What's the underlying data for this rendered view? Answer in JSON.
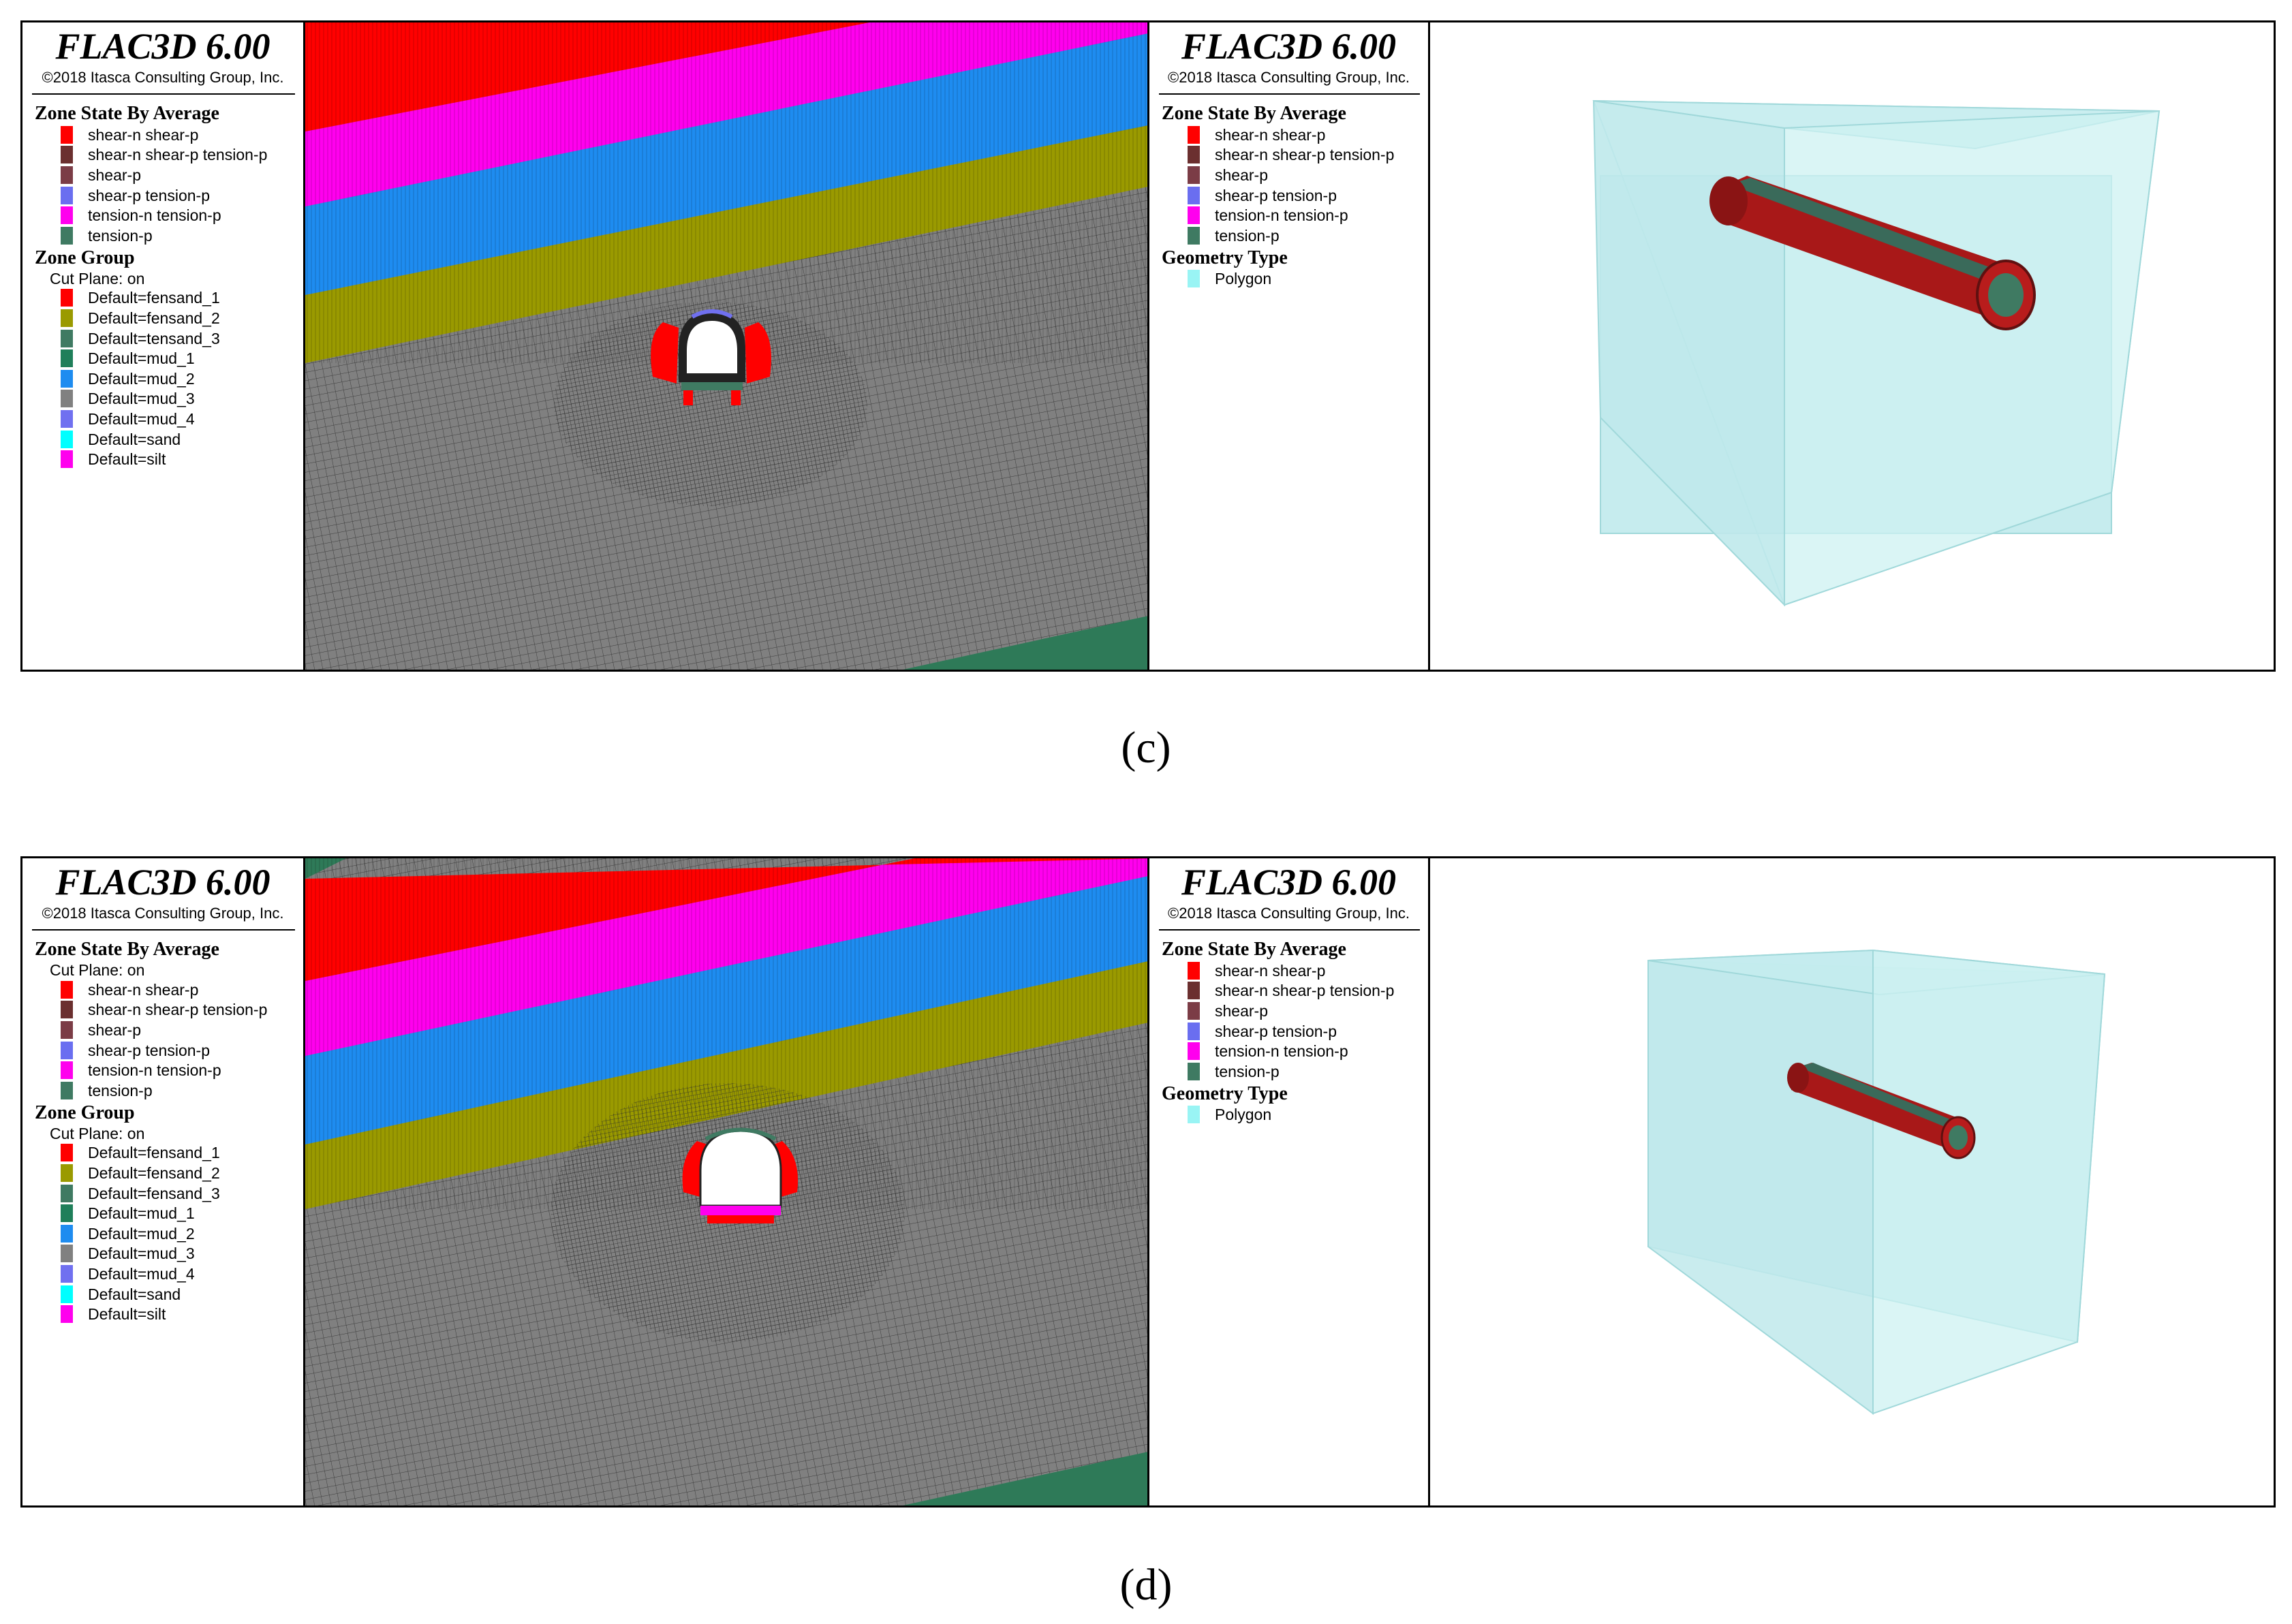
{
  "figure_c": {
    "caption": "(c)",
    "left_legend": {
      "title": "FLAC3D 6.00",
      "copyright": "©2018 Itasca Consulting Group, Inc.",
      "zone_state_title": "Zone State By Average",
      "zone_state_items": [
        {
          "label": "shear-n shear-p",
          "color": "#ff0000"
        },
        {
          "label": "shear-n shear-p tension-p",
          "color": "#6b2f2f"
        },
        {
          "label": "shear-p",
          "color": "#7b3c46"
        },
        {
          "label": "shear-p tension-p",
          "color": "#6a6ef0"
        },
        {
          "label": "tension-n tension-p",
          "color": "#ff00ee"
        },
        {
          "label": "tension-p",
          "color": "#3f7a62"
        }
      ],
      "zone_group_title": "Zone Group",
      "cut_plane": "Cut Plane: on",
      "zone_group_items": [
        {
          "label": "Default=fensand_1",
          "color": "#ff0000"
        },
        {
          "label": "Default=fensand_2",
          "color": "#9a9a00"
        },
        {
          "label": "Default=tensand_3",
          "color": "#3f7a62"
        },
        {
          "label": "Default=mud_1",
          "color": "#1f7f5a"
        },
        {
          "label": "Default=mud_2",
          "color": "#1e8cf0"
        },
        {
          "label": "Default=mud_3",
          "color": "#808080"
        },
        {
          "label": "Default=mud_4",
          "color": "#7070f0"
        },
        {
          "label": "Default=sand",
          "color": "#00ffff"
        },
        {
          "label": "Default=silt",
          "color": "#ff00ee"
        }
      ]
    },
    "right_legend": {
      "title": "FLAC3D 6.00",
      "copyright": "©2018 Itasca Consulting Group, Inc.",
      "zone_state_title": "Zone State By Average",
      "zone_state_items": [
        {
          "label": "shear-n shear-p",
          "color": "#ff0000"
        },
        {
          "label": "shear-n shear-p tension-p",
          "color": "#6b2f2f"
        },
        {
          "label": "shear-p",
          "color": "#7b3c46"
        },
        {
          "label": "shear-p tension-p",
          "color": "#6a6ef0"
        },
        {
          "label": "tension-n tension-p",
          "color": "#ff00ee"
        },
        {
          "label": "tension-p",
          "color": "#3f7a62"
        }
      ],
      "geometry_title": "Geometry Type",
      "geometry_items": [
        {
          "label": "Polygon",
          "color": "#99f4f4"
        }
      ]
    }
  },
  "figure_d": {
    "caption": "(d)",
    "left_legend": {
      "title": "FLAC3D 6.00",
      "copyright": "©2018 Itasca Consulting Group, Inc.",
      "zone_state_title": "Zone State By Average",
      "cut_plane_state": "Cut Plane: on",
      "zone_state_items": [
        {
          "label": "shear-n shear-p",
          "color": "#ff0000"
        },
        {
          "label": "shear-n shear-p tension-p",
          "color": "#6b2f2f"
        },
        {
          "label": "shear-p",
          "color": "#7b3c46"
        },
        {
          "label": "shear-p tension-p",
          "color": "#6a6ef0"
        },
        {
          "label": "tension-n tension-p",
          "color": "#ff00ee"
        },
        {
          "label": "tension-p",
          "color": "#3f7a62"
        }
      ],
      "zone_group_title": "Zone Group",
      "cut_plane": "Cut Plane: on",
      "zone_group_items": [
        {
          "label": "Default=fensand_1",
          "color": "#ff0000"
        },
        {
          "label": "Default=fensand_2",
          "color": "#9a9a00"
        },
        {
          "label": "Default=fensand_3",
          "color": "#3f7a62"
        },
        {
          "label": "Default=mud_1",
          "color": "#1f7f5a"
        },
        {
          "label": "Default=mud_2",
          "color": "#1e8cf0"
        },
        {
          "label": "Default=mud_3",
          "color": "#808080"
        },
        {
          "label": "Default=mud_4",
          "color": "#7070f0"
        },
        {
          "label": "Default=sand",
          "color": "#00ffff"
        },
        {
          "label": "Default=silt",
          "color": "#ff00ee"
        }
      ]
    },
    "right_legend": {
      "title": "FLAC3D 6.00",
      "copyright": "©2018 Itasca Consulting Group, Inc.",
      "zone_state_title": "Zone State By Average",
      "zone_state_items": [
        {
          "label": "shear-n shear-p",
          "color": "#ff0000"
        },
        {
          "label": "shear-n shear-p tension-p",
          "color": "#6b2f2f"
        },
        {
          "label": "shear-p",
          "color": "#7b3c46"
        },
        {
          "label": "shear-p tension-p",
          "color": "#6a6ef0"
        },
        {
          "label": "tension-n tension-p",
          "color": "#ff00ee"
        },
        {
          "label": "tension-p",
          "color": "#3f7a62"
        }
      ],
      "geometry_title": "Geometry Type",
      "geometry_items": [
        {
          "label": "Polygon",
          "color": "#99f4f4"
        }
      ]
    }
  },
  "colors": {
    "mud_3_gray": "#808080",
    "fensand_1_red": "#ff0000",
    "silt_magenta": "#ff00ee",
    "mud_2_blue": "#1e8cf0",
    "fensand_2_olive": "#9a9a00",
    "mud_1_green": "#1f7f5a",
    "polygon_cyan": "#b9e8ea",
    "tunnel_red": "#b01818"
  }
}
